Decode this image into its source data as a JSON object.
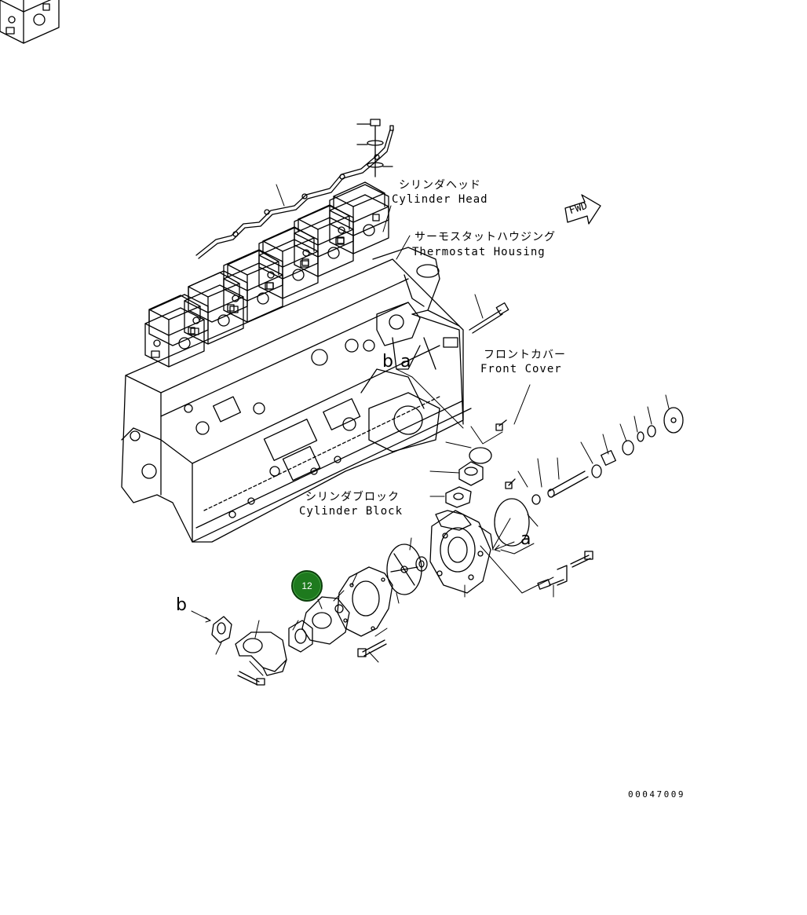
{
  "labels": {
    "cylinder_head": {
      "jp": "シリンダヘッド",
      "en": "Cylinder Head"
    },
    "thermostat_housing": {
      "jp": "サーモスタットハウジング",
      "en": "Thermostat Housing"
    },
    "front_cover": {
      "jp": "フロントカバー",
      "en": "Front Cover"
    },
    "cylinder_block": {
      "jp": "シリンダブロック",
      "en": "Cylinder Block"
    }
  },
  "direction": "FWD",
  "reference_letters": {
    "a_top": "a",
    "b_top": "b",
    "a_right": "a",
    "b_left": "b"
  },
  "callout": {
    "number": "12",
    "color": "#1e7a1e"
  },
  "diagram_number": "00047009",
  "colors": {
    "line": "#000000",
    "background": "#ffffff",
    "callout": "#1e7a1e"
  }
}
